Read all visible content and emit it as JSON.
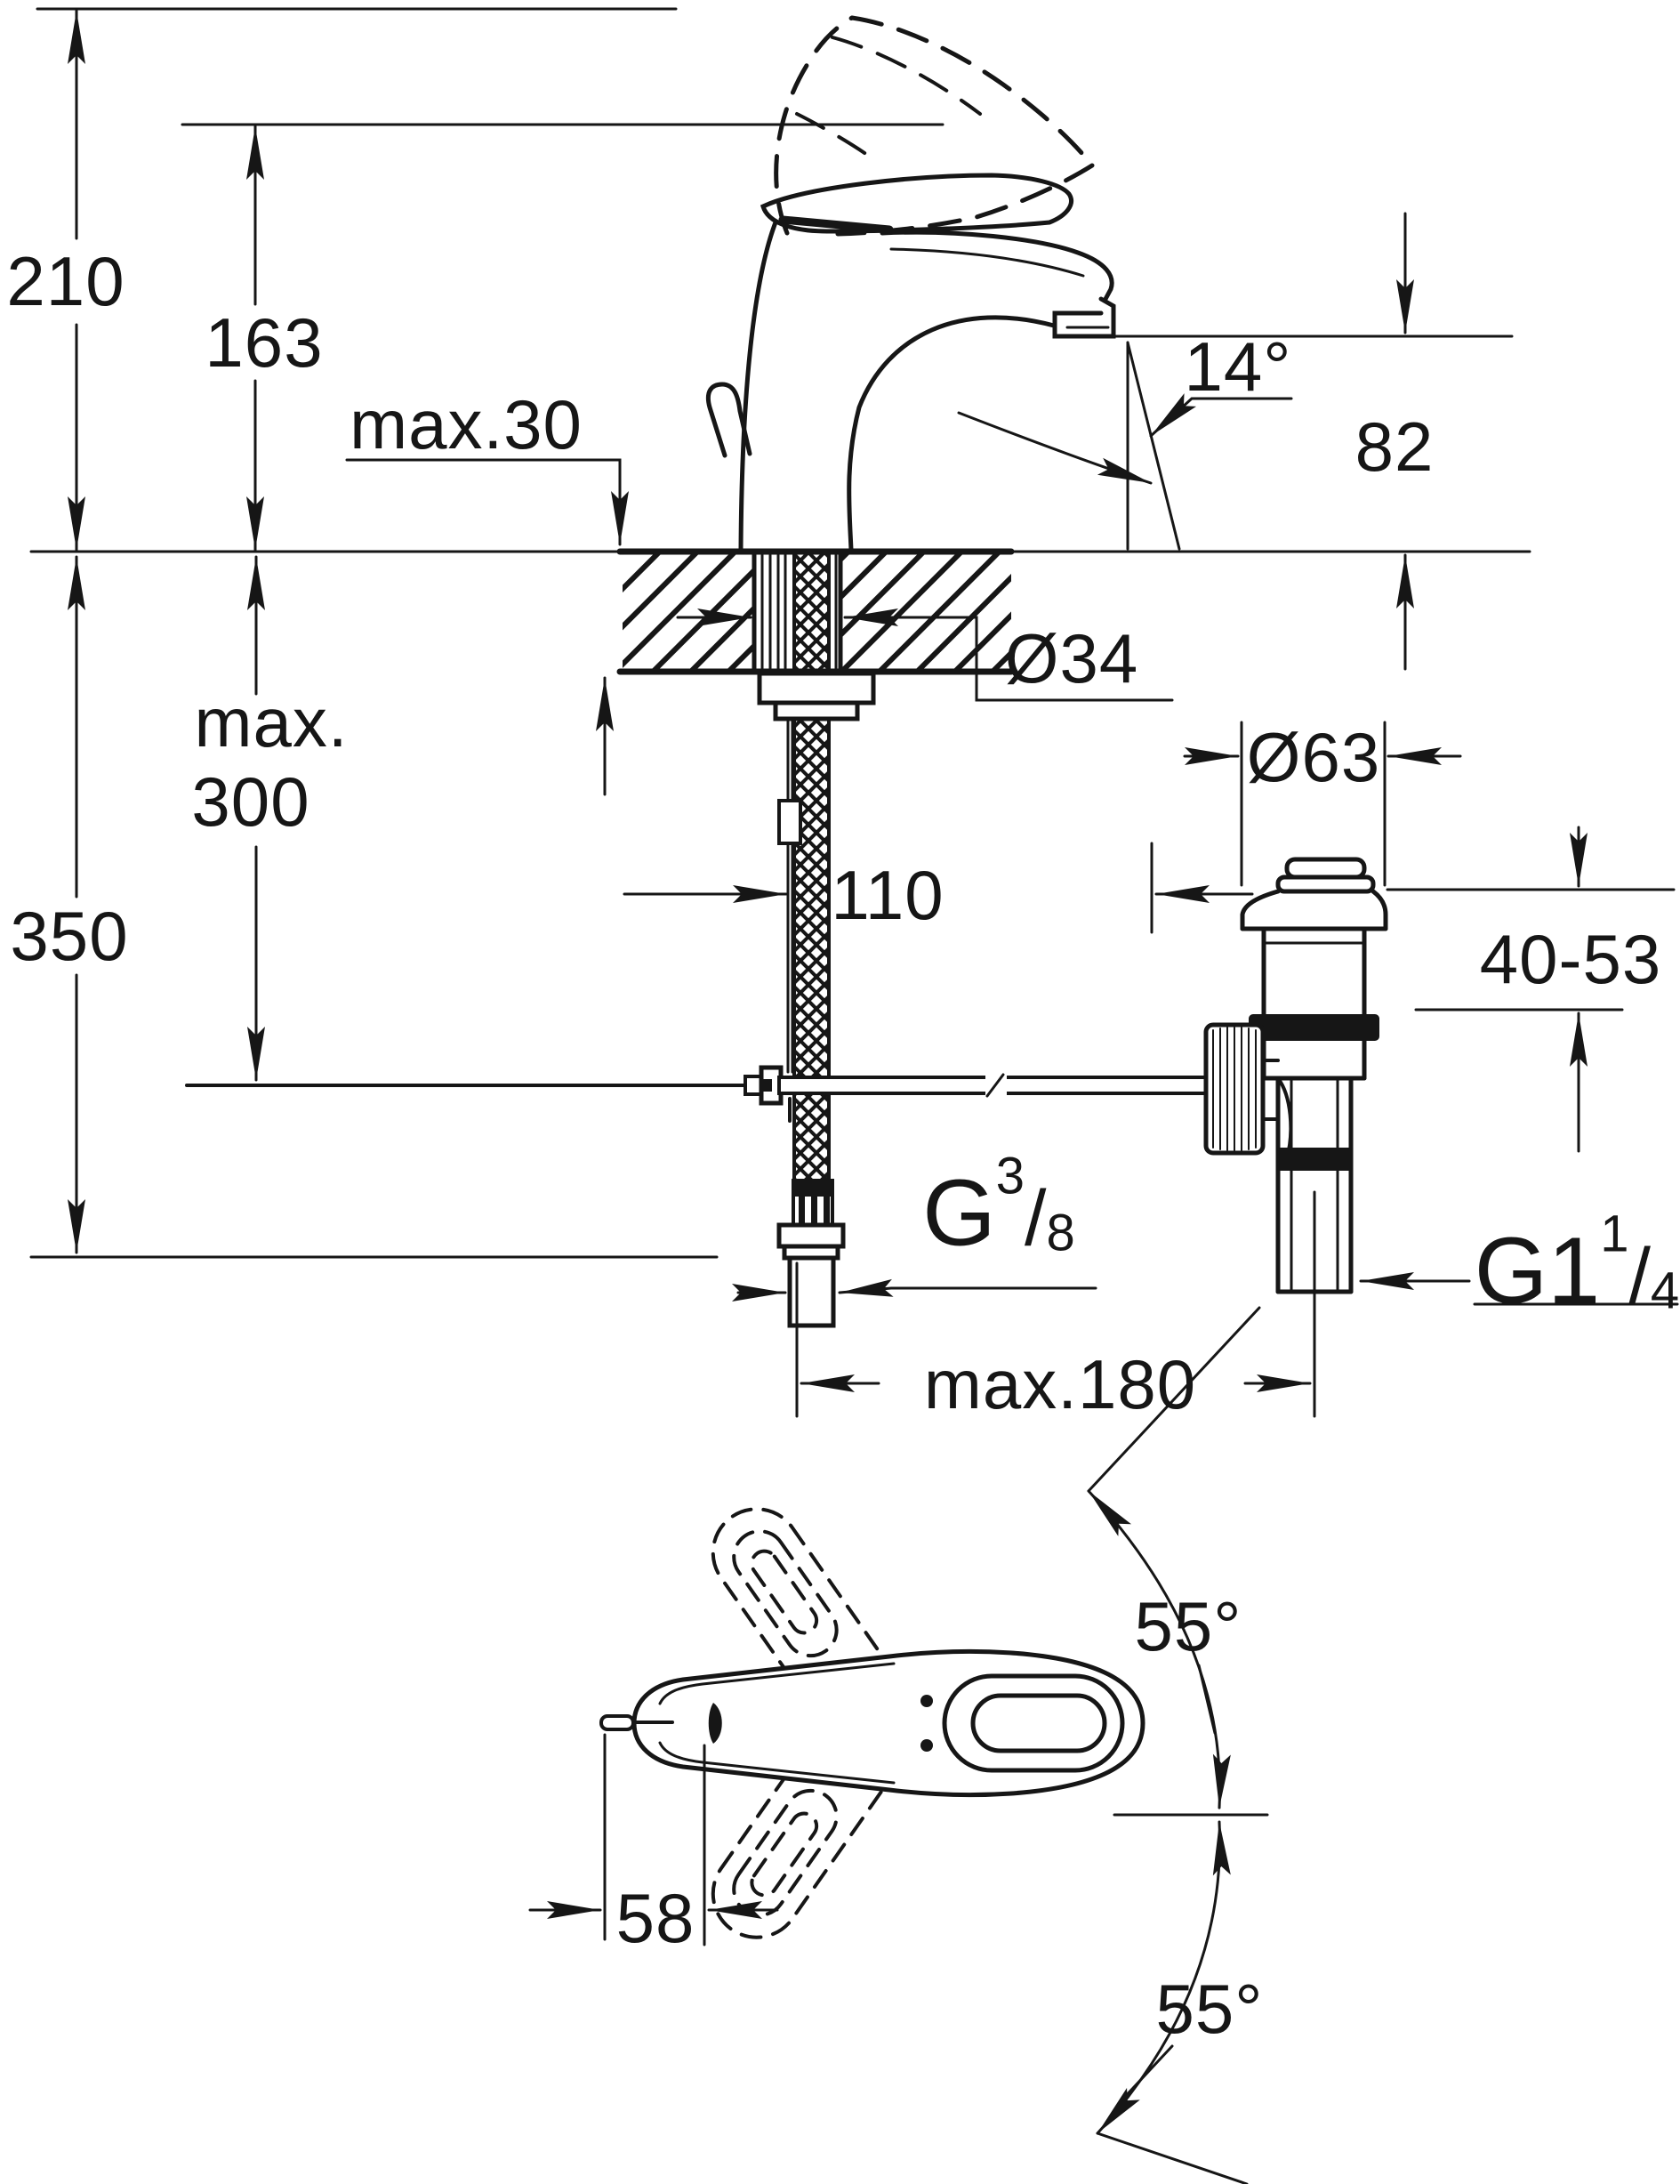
{
  "colors": {
    "ink": "#161616",
    "background": "#ffffff"
  },
  "labels": {
    "d210": "210",
    "d163": "163",
    "dmax30": "max.30",
    "d14": "14°",
    "d82": "82",
    "d34": "Ø34",
    "d63": "Ø63",
    "dmax": "max.",
    "d300": "300",
    "d350": "350",
    "d110": "110",
    "d4053": "40-53",
    "g38": {
      "prefix": "G",
      "numerator": "3",
      "slash": "/",
      "denominator": "8"
    },
    "g114": {
      "prefix": "G1",
      "numerator": "1",
      "slash": "/",
      "denominator": "4"
    },
    "dmax180": "max.180",
    "d55upper": "55°",
    "d55lower": "55°",
    "d58": "58"
  }
}
